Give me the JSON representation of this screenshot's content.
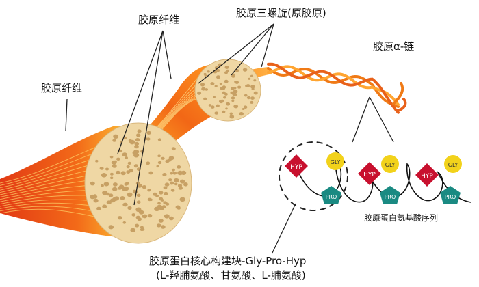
{
  "labels": {
    "fiber_left": "胶原纤维",
    "fiber_top": "胶原纤维",
    "triple_helix": "胶原三螺旋(原胶原)",
    "alpha_chain": "胶原α-链",
    "sequence": "胶原蛋白氨基酸序列",
    "building_block_line1": "胶原蛋白核心构建块-Gly-Pro-Hyp",
    "building_block_line2": "(L-羟脯氨酸、甘氨酸、L-脯氨酸)"
  },
  "residues": {
    "hyp": "HYP",
    "gly": "GLY",
    "pro": "PRO"
  },
  "colors": {
    "hyp": "#c8102e",
    "gly": "#f2d21b",
    "pro": "#1a8a82",
    "fiber_red": "#e8401a",
    "fiber_orange": "#f7a21b",
    "fiber_yellow": "#ffd54a",
    "cross_section": "#f0d9a8",
    "granule": "#c9a36a"
  }
}
